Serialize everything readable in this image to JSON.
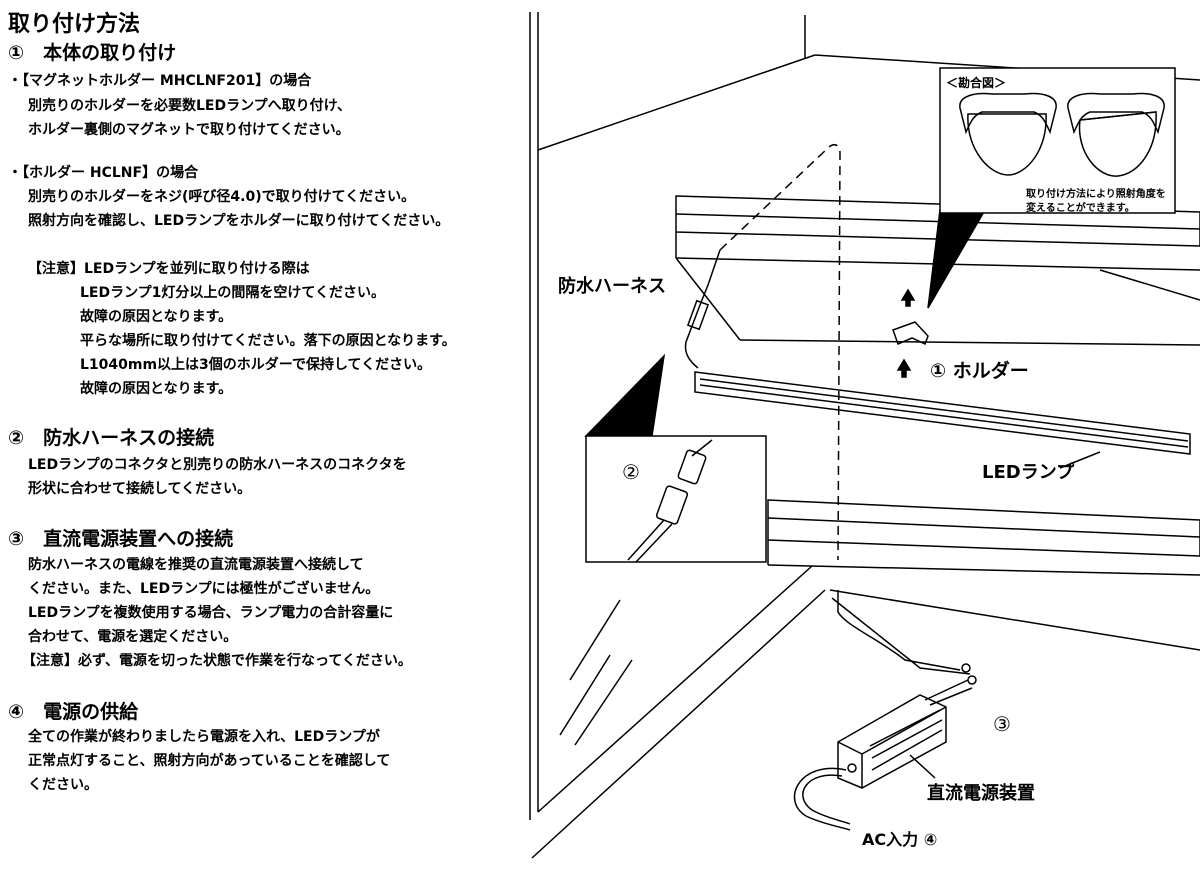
{
  "title": "取り付け方法",
  "section1": {
    "heading": "①　本体の取り付け",
    "case1": [
      "・【マグネットホルダー MHCLNF201】の場合",
      "別売りのホルダーを必要数LEDランプへ取り付け、",
      "ホルダー裏側のマグネットで取り付けてください。"
    ],
    "case2": [
      "・【ホルダー HCLNF】の場合",
      "別売りのホルダーをネジ(呼び径4.0)で取り付けてください。",
      "照射方向を確認し、LEDランプをホルダーに取り付けてください。"
    ],
    "note": [
      "【注意】LEDランプを並列に取り付ける際は",
      "LEDランプ1灯分以上の間隔を空けてください。",
      "故障の原因となります。",
      "平らな場所に取り付けてください。落下の原因となります。",
      "L1040mm以上は3個のホルダーで保持してください。",
      "故障の原因となります。"
    ]
  },
  "section2": {
    "heading": "②　防水ハーネスの接続",
    "lines": [
      "LEDランプのコネクタと別売りの防水ハーネスのコネクタを",
      "形状に合わせて接続してください。"
    ]
  },
  "section3": {
    "heading": "③　直流電源装置への接続",
    "lines": [
      "防水ハーネスの電線を推奨の直流電源装置へ接続して",
      "ください。また、LEDランプには極性がございません。",
      "LEDランプを複数使用する場合、ランプ電力の合計容量に",
      "合わせて、電源を選定ください。",
      "【注意】必ず、電源を切った状態で作業を行なってください。"
    ]
  },
  "section4": {
    "heading": "④　電源の供給",
    "lines": [
      "全ての作業が終わりましたら電源を入れ、LEDランプが",
      "正常点灯すること、照射方向があっていることを確認して",
      "ください。"
    ]
  },
  "diagram": {
    "harness_label": "防水ハーネス",
    "holder_label": "①  ホルダー",
    "lamp_label": "LEDランプ",
    "power_label": "直流電源装置",
    "ac_label": "AC入力  ④",
    "marker2": "②",
    "marker3": "③",
    "inset_title": "＜勘合図＞",
    "inset_note": [
      "取り付け方法により照射角度を",
      "変えることができます。"
    ]
  }
}
